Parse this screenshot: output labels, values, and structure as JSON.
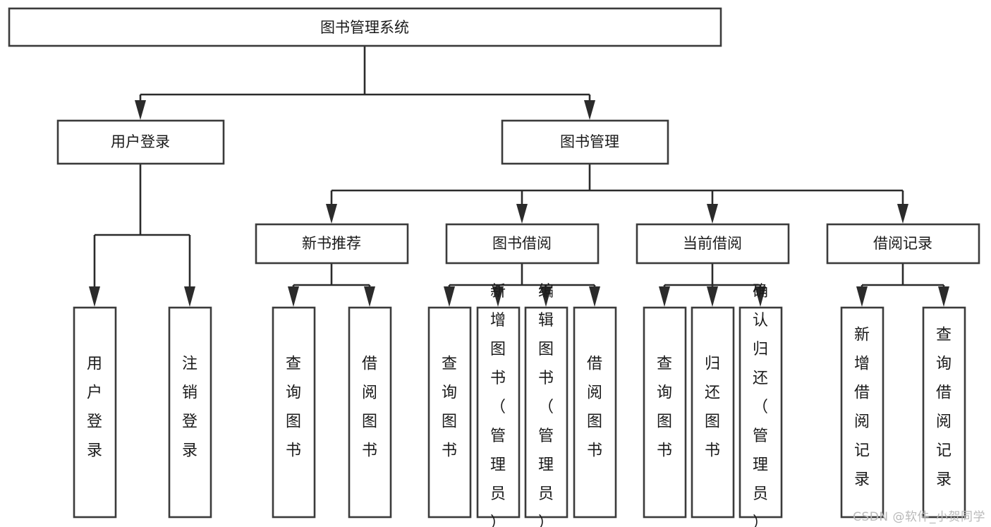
{
  "diagram": {
    "type": "hierarchy-tree",
    "title": "图书管理系统",
    "orientation": "top-down",
    "colors": {
      "node_fill": "#ffffff",
      "node_stroke": "#3b3b3b",
      "edge": "#2b2b2b",
      "text": "#1a1a1a",
      "watermark": "#b9b9b9"
    },
    "root": {
      "label": "图书管理系统"
    },
    "level2": [
      {
        "label": "用户登录"
      },
      {
        "label": "图书管理"
      }
    ],
    "level3": [
      {
        "label": "新书推荐"
      },
      {
        "label": "图书借阅"
      },
      {
        "label": "当前借阅"
      },
      {
        "label": "借阅记录"
      }
    ],
    "leaves": {
      "user_login": [
        {
          "label": "用户登录"
        },
        {
          "label": "注销登录"
        }
      ],
      "new_book_recommend": [
        {
          "label": "查询图书"
        },
        {
          "label": "借阅图书"
        }
      ],
      "book_borrow": [
        {
          "label": "查询图书"
        },
        {
          "label": "新增图书（管理员）"
        },
        {
          "label": "编辑图书（管理员）"
        },
        {
          "label": "借阅图书"
        }
      ],
      "current_borrow": [
        {
          "label": "查询图书"
        },
        {
          "label": "归还图书"
        },
        {
          "label": "确认归还（管理员）"
        }
      ],
      "borrow_record": [
        {
          "label": "新增借阅记录"
        },
        {
          "label": "查询借阅记录"
        }
      ]
    }
  },
  "watermark": {
    "text": "CSDN @软件_小贺同学"
  }
}
